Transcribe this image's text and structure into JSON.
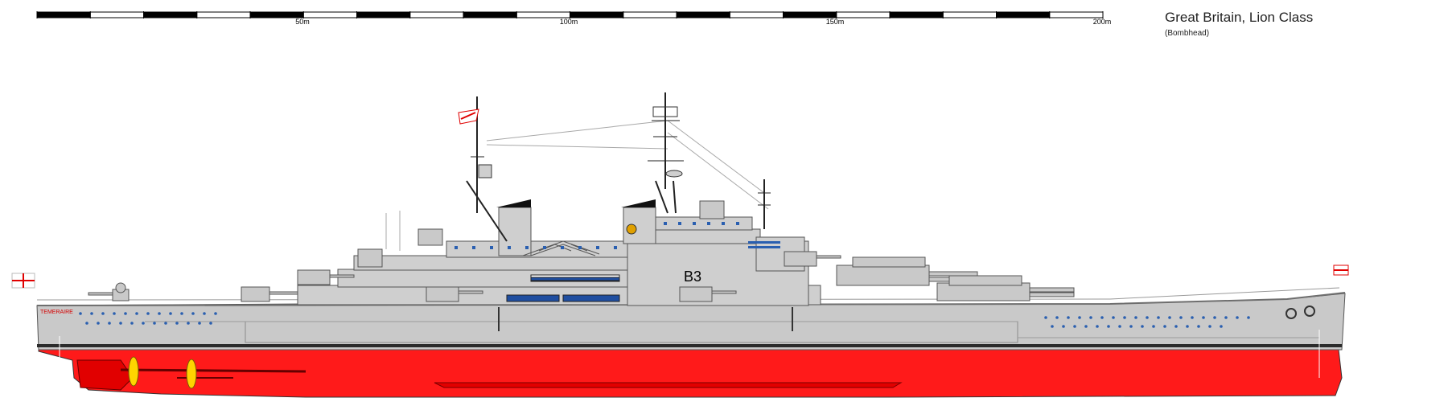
{
  "title": "Great Britain, Lion Class",
  "subtitle": "(Bombhead)",
  "scale": {
    "labels": [
      "50m",
      "100m",
      "150m",
      "200m"
    ],
    "max_m": 200,
    "segment_m": 10
  },
  "ship": {
    "name_on_hull": "TEMERAIRE",
    "hull_number": "B3"
  },
  "colors": {
    "hull_upper": "#c8c8c8",
    "hull_lower": "#ff1a1a",
    "superstructure": "#cfcfcf",
    "deck_line": "#6e6e6e",
    "scuttle": "#2a5fb0",
    "flag_red": "#e00000",
    "propeller": "#ffd400"
  }
}
